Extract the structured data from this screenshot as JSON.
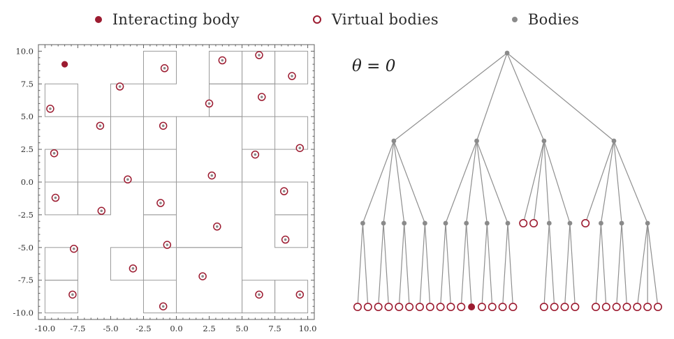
{
  "legend": {
    "items": [
      {
        "label": "Interacting body",
        "marker": "filled-dot",
        "color": "#9c1b30"
      },
      {
        "label": "Virtual bodies",
        "marker": "open-circle",
        "color": "#9c1b30"
      },
      {
        "label": "Bodies",
        "marker": "gray-dot",
        "color": "#8a8a8a"
      }
    ]
  },
  "tree": {
    "theta_label": "θ = 0"
  },
  "chart_data": {
    "type": "scatter",
    "xlim": [
      -10,
      10
    ],
    "ylim": [
      -10,
      10
    ],
    "grid": false,
    "xticks": {
      "values": [
        -10,
        -7.5,
        -5,
        -2.5,
        0,
        2.5,
        5,
        7.5,
        10
      ],
      "labels": [
        "-10.0",
        "-7.5",
        "-5.0",
        "-2.5",
        "0.0",
        "2.5",
        "5.0",
        "7.5",
        "10.0"
      ]
    },
    "yticks": {
      "values": [
        -10,
        -7.5,
        -5,
        -2.5,
        0,
        2.5,
        5,
        7.5,
        10
      ],
      "labels": [
        "-10.0",
        "-7.5",
        "-5.0",
        "-2.5",
        "0.0",
        "2.5",
        "5.0",
        "7.5",
        "10.0"
      ]
    },
    "interacting_body": {
      "x": -8.5,
      "y": 9.0
    },
    "virtual_bodies": [
      [
        -9.6,
        5.6
      ],
      [
        -9.3,
        2.2
      ],
      [
        -9.2,
        -1.2
      ],
      [
        -7.8,
        -5.1
      ],
      [
        -7.9,
        -8.6
      ],
      [
        -5.8,
        4.3
      ],
      [
        -5.7,
        -2.2
      ],
      [
        -4.3,
        7.3
      ],
      [
        -3.7,
        0.2
      ],
      [
        -3.3,
        -6.6
      ],
      [
        -0.9,
        8.7
      ],
      [
        -1.0,
        4.3
      ],
      [
        -1.2,
        -1.6
      ],
      [
        -0.7,
        -4.8
      ],
      [
        -1.0,
        -9.5
      ],
      [
        2.0,
        -7.2
      ],
      [
        2.5,
        6.0
      ],
      [
        2.7,
        0.5
      ],
      [
        3.1,
        -3.4
      ],
      [
        3.5,
        9.3
      ],
      [
        6.0,
        2.1
      ],
      [
        6.3,
        9.7
      ],
      [
        6.5,
        6.5
      ],
      [
        6.3,
        -8.6
      ],
      [
        8.2,
        -0.7
      ],
      [
        8.3,
        -4.4
      ],
      [
        8.8,
        8.1
      ],
      [
        9.4,
        2.6
      ],
      [
        9.4,
        -8.6
      ]
    ],
    "quadtree_domain": {
      "x": [
        -10,
        10
      ],
      "y": [
        -10,
        10
      ]
    },
    "colors": {
      "body_red": "#9c1b30",
      "node_gray": "#8a8a8a",
      "cell_line": "#9a9a9a",
      "frame": "#5f5f5f",
      "tick_text": "#303030",
      "edge_gray": "#8f8f8f"
    }
  }
}
